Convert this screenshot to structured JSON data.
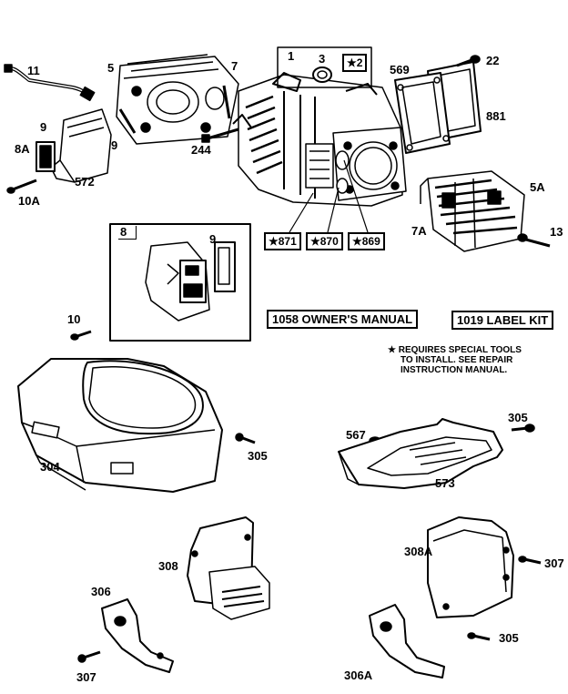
{
  "labels": {
    "p11": "11",
    "p5": "5",
    "p7": "7",
    "p1": "1",
    "p3": "3",
    "p2": "★2",
    "p569": "569",
    "p22": "22",
    "p881": "881",
    "p9a": "9",
    "p8A": "8A",
    "p9b": "9",
    "p572": "572",
    "p10A": "10A",
    "p244": "244",
    "p5A": "5A",
    "p7A": "7A",
    "p13": "13",
    "p871": "★871",
    "p870": "★870",
    "p869": "★869",
    "p8": "8",
    "p9c": "9",
    "p10": "10",
    "p567": "567",
    "p305a": "305",
    "p305b": "305",
    "p305c": "305",
    "p304": "304",
    "p573": "573",
    "p308": "308",
    "p308A": "308A",
    "p307a": "307",
    "p306": "306",
    "p307b": "307",
    "p306A": "306A"
  },
  "kits": {
    "owners_manual": "1058 OWNER'S MANUAL",
    "label_kit": "1019 LABEL KIT"
  },
  "note": {
    "line1": "★ REQUIRES SPECIAL TOOLS",
    "line2": "TO INSTALL.  SEE REPAIR",
    "line3": "INSTRUCTION MANUAL."
  }
}
